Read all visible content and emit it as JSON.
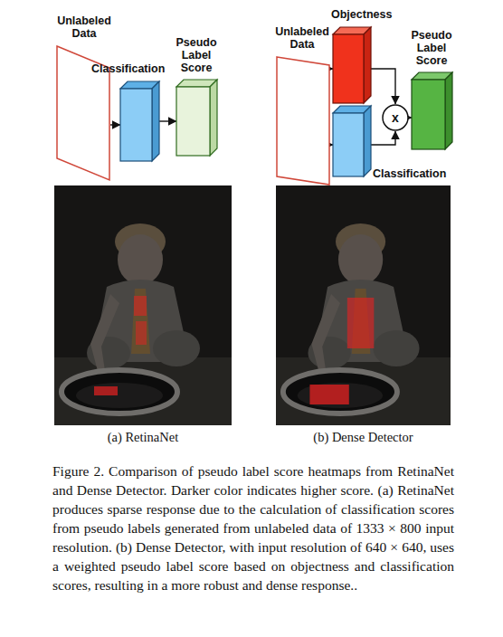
{
  "diagram": {
    "caption": "Figure 2. Comparison of pseudo label score heatmaps from RetinaNet and Dense Detector. Darker color indicates higher score. (a) RetinaNet produces sparse response due to the calculation of classification scores from pseudo labels generated from unlabeled data of 1333 × 800 input resolution. (b) Dense Detector, with input resolution of 640 × 640, uses a weighted pseudo label score based on objectness and classification scores, resulting in a more robust and dense response..",
    "nodes": [
      {
        "text": [
          "Unlabeled Data"
        ]
      },
      {
        "text": [
          "Classification"
        ]
      },
      {
        "text": [
          "Pseudo Label Score"
        ]
      },
      {
        "text": [
          "Objectness"
        ]
      },
      {
        "text": [
          "Unlabeled Data"
        ]
      },
      {
        "text": [
          "x"
        ]
      },
      {
        "text": [
          "Pseudo Label Score"
        ]
      },
      {
        "text": [
          "Classification"
        ]
      }
    ],
    "edges": [
      {
        "from": 0,
        "to": 1,
        "arrow": "to"
      },
      {
        "from": 1,
        "to": 2,
        "arrow": "to"
      },
      {
        "from": 4,
        "to": 3,
        "arrow": "to"
      },
      {
        "from": 4,
        "to": 7,
        "arrow": "to"
      },
      {
        "from": 3,
        "to": 5,
        "arrow": "to"
      },
      {
        "from": 7,
        "to": 5,
        "arrow": "to"
      },
      {
        "from": 5,
        "to": 6,
        "arrow": "to"
      }
    ],
    "labels": [
      "(a) RetinaNet",
      "(b) Dense Detector"
    ]
  }
}
